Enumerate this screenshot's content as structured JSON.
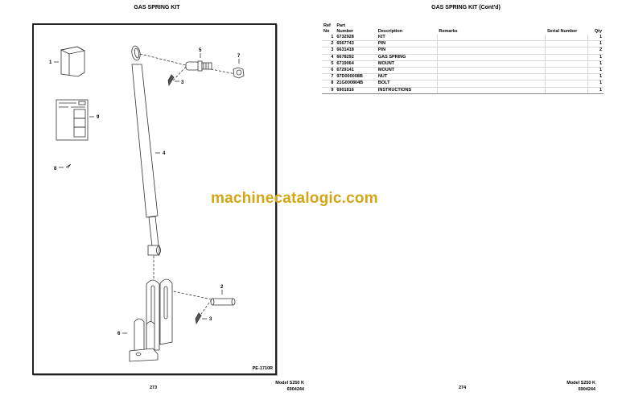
{
  "left_page": {
    "title": "GAS SPRING KIT",
    "figure_code": "PE-1710R",
    "page_number": "273",
    "model": "Model S250 K",
    "doc_number": "6904244",
    "callouts": [
      "1",
      "9",
      "8",
      "4",
      "5",
      "7",
      "3",
      "2",
      "3",
      "6"
    ]
  },
  "right_page": {
    "title": "GAS SPRING KIT (Cont'd)",
    "page_number": "274",
    "model": "Model S250 K",
    "doc_number": "6904244",
    "table": {
      "headers": {
        "ref_top": "Ref",
        "ref_bottom": "No",
        "part_top": "Part",
        "part_bottom": "Number",
        "description": "Description",
        "remarks": "Remarks",
        "serial": "Serial Number",
        "qty": "Qty"
      },
      "rows": [
        {
          "ref": "1",
          "part": "6732928",
          "desc": "KIT",
          "remarks": "",
          "serial": "",
          "qty": "1"
        },
        {
          "ref": "2",
          "part": "6567743",
          "desc": "PIN",
          "remarks": "",
          "serial": "",
          "qty": "1"
        },
        {
          "ref": "3",
          "part": "6631418",
          "desc": "PIN",
          "remarks": "",
          "serial": "",
          "qty": "2"
        },
        {
          "ref": "4",
          "part": "6678292",
          "desc": "GAS SPRING",
          "remarks": "",
          "serial": "",
          "qty": "1"
        },
        {
          "ref": "5",
          "part": "6719064",
          "desc": "MOUNT",
          "remarks": "",
          "serial": "",
          "qty": "1"
        },
        {
          "ref": "6",
          "part": "6729141",
          "desc": "MOUNT",
          "remarks": "",
          "serial": "",
          "qty": "1"
        },
        {
          "ref": "7",
          "part": "97D000008B",
          "desc": "NUT",
          "remarks": "",
          "serial": "",
          "qty": "1"
        },
        {
          "ref": "8",
          "part": "21G000804B",
          "desc": "BOLT",
          "remarks": "",
          "serial": "",
          "qty": "1"
        },
        {
          "ref": "9",
          "part": "6901816",
          "desc": "INSTRUCTIONS",
          "remarks": "",
          "serial": "",
          "qty": "1"
        }
      ]
    }
  },
  "watermark": "machinecatalogic.com"
}
